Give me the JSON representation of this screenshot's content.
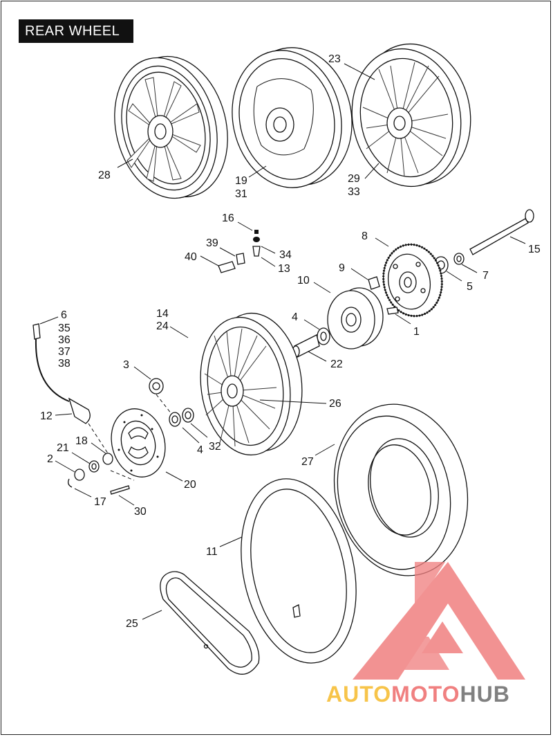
{
  "title": "REAR WHEEL",
  "callouts": {
    "c1": "1",
    "c2": "2",
    "c3": "3",
    "c4a": "4",
    "c4b": "4",
    "c5": "5",
    "c6": "6",
    "c7": "7",
    "c8": "8",
    "c9": "9",
    "c10": "10",
    "c11": "11",
    "c12": "12",
    "c13": "13",
    "c14": "14",
    "c15": "15",
    "c16": "16",
    "c17": "17",
    "c18": "18",
    "c19": "19",
    "c20": "20",
    "c21": "21",
    "c22": "22",
    "c23": "23",
    "c24": "24",
    "c25": "25",
    "c26": "26",
    "c27": "27",
    "c28": "28",
    "c29": "29",
    "c30": "30",
    "c31": "31",
    "c32": "32",
    "c33": "33",
    "c34": "34",
    "c35": "35",
    "c36": "36",
    "c37": "37",
    "c38": "38",
    "c39": "39",
    "c40": "40"
  },
  "watermark": {
    "part1": "AUTO",
    "part2": "MOTO",
    "part3": "HUB"
  },
  "colors": {
    "watermark_red": "#f08080",
    "watermark_yellow": "#f7c44a",
    "watermark_gray": "#808080",
    "title_bg": "#111111"
  }
}
